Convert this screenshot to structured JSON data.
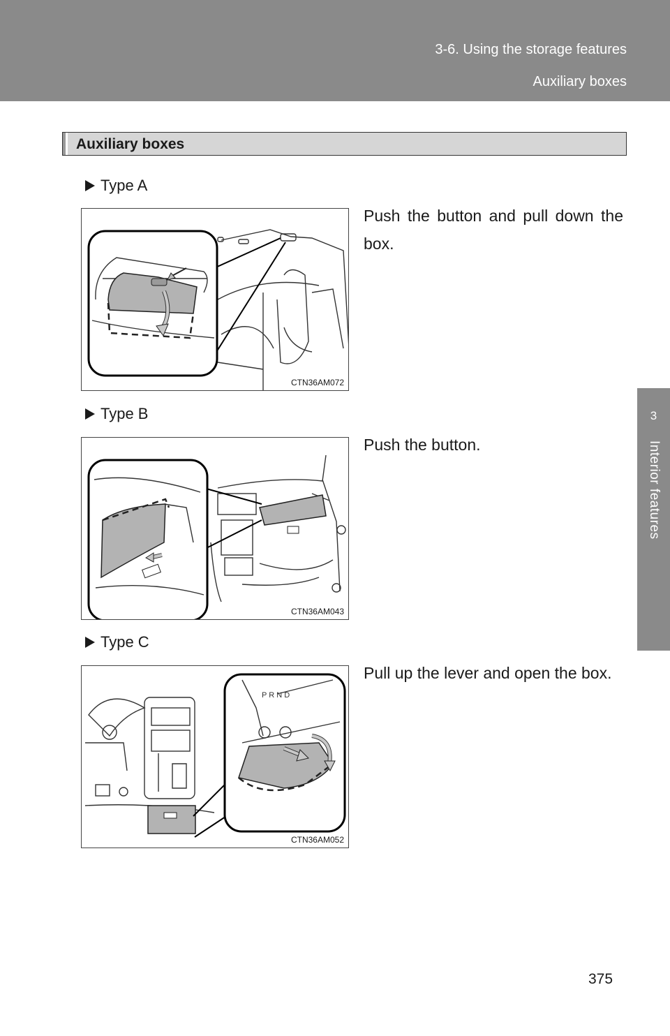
{
  "header": {
    "chapter": "3-6. Using the storage features",
    "section": "Auxiliary boxes"
  },
  "side_tab": {
    "number": "3",
    "label": "Interior features"
  },
  "section_title": "Auxiliary boxes",
  "items": [
    {
      "type_label": "Type A",
      "description": "Push the button and pull down the box.",
      "figure_code": "CTN36AM072"
    },
    {
      "type_label": "Type B",
      "description": "Push the button.",
      "figure_code": "CTN36AM043"
    },
    {
      "type_label": "Type C",
      "description": "Pull up the lever and open the box.",
      "figure_code": "CTN36AM052"
    }
  ],
  "page_number": "375"
}
